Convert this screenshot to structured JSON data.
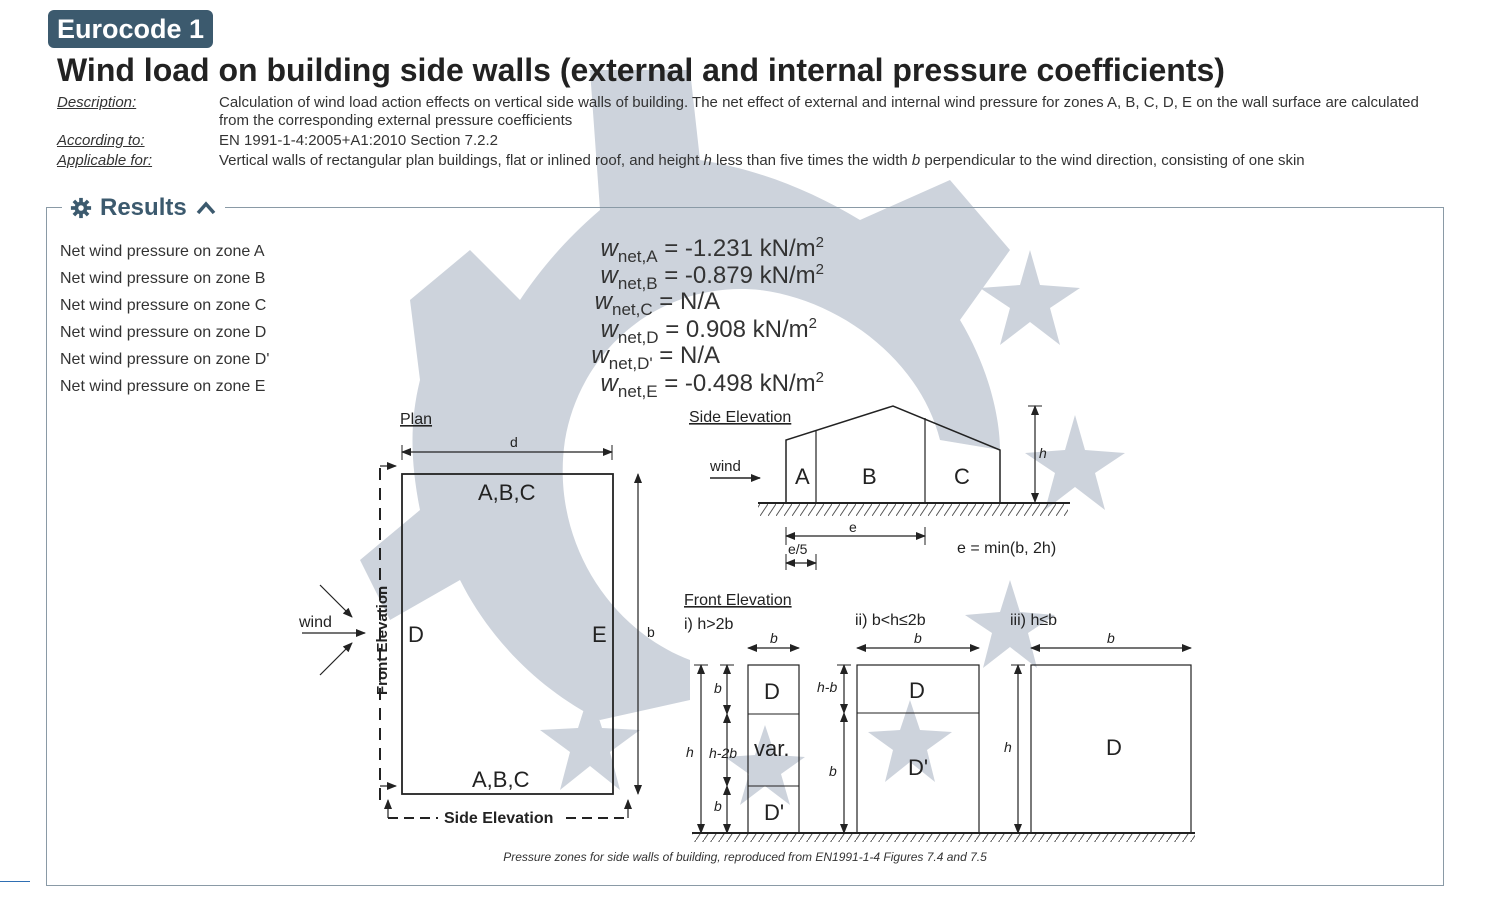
{
  "header": {
    "badge": "Eurocode 1",
    "title": "Wind load on building side walls (external and internal pressure coefficients)"
  },
  "meta": {
    "description_label": "Description:",
    "description_value": "Calculation of wind load action effects on vertical side walls of building. The net effect of external and internal wind pressure for zones A, B, C, D, E on the wall surface are calculated from the corresponding external pressure coefficients",
    "according_label": "According to:",
    "according_value": "EN 1991-1-4:2005+A1:2010 Section 7.2.2",
    "applicable_label": "Applicable for:",
    "applicable_value_1": "Vertical walls of rectangular plan buildings, flat or inlined roof, and height ",
    "applicable_h": "h",
    "applicable_value_2": " less than five times the width ",
    "applicable_b": "b",
    "applicable_value_3": " perpendicular to the wind direction, consisting of one skin"
  },
  "results": {
    "heading": "Results",
    "rows": [
      {
        "label": "Net wind pressure on zone A",
        "symbol": "w",
        "sub": "net,A",
        "value": "-1.231",
        "unit": "kN/m",
        "exp": "2"
      },
      {
        "label": "Net wind pressure on zone B",
        "symbol": "w",
        "sub": "net,B",
        "value": "-0.879",
        "unit": "kN/m",
        "exp": "2"
      },
      {
        "label": "Net wind pressure on zone C",
        "symbol": "w",
        "sub": "net,C",
        "value": "N/A",
        "unit": "",
        "exp": ""
      },
      {
        "label": "Net wind pressure on zone D",
        "symbol": "w",
        "sub": "net,D",
        "value": "0.908",
        "unit": "kN/m",
        "exp": "2"
      },
      {
        "label": "Net wind pressure on zone D'",
        "symbol": "w",
        "sub": "net,D'",
        "value": "N/A",
        "unit": "",
        "exp": ""
      },
      {
        "label": "Net wind pressure on zone E",
        "symbol": "w",
        "sub": "net,E",
        "value": "-0.498",
        "unit": "kN/m",
        "exp": "2"
      }
    ]
  },
  "diagram": {
    "plan_title": "Plan",
    "plan_d": "d",
    "plan_b": "b",
    "plan_top_zone": "A,B,C",
    "plan_bottom_zone": "A,B,C",
    "plan_left_zone": "D",
    "plan_right_zone": "E",
    "plan_wind": "wind",
    "plan_front_elevation": "Front Elevation",
    "plan_side_elevation": "Side Elevation",
    "side_title": "Side Elevation",
    "side_wind": "wind",
    "side_zone_a": "A",
    "side_zone_b": "B",
    "side_zone_c": "C",
    "side_h": "h",
    "side_e": "e",
    "side_e5": "e/5",
    "side_formula": "e = min(b, 2h)",
    "front_title": "Front Elevation",
    "case1": "i) h>2b",
    "case2": "ii) b<h≤2b",
    "case3": "iii) h≤b",
    "c1_b_top": "b",
    "c1_b_upper": "b",
    "c1_b_lower": "b",
    "c1_h": "h",
    "c1_h2b": "h-2b",
    "c1_zone_top": "D",
    "c1_zone_mid": "var.",
    "c1_zone_bot": "D'",
    "c2_b_top": "b",
    "c2_hb": "h-b",
    "c2_b": "b",
    "c2_zone_top": "D",
    "c2_zone_bot": "D'",
    "c3_b_top": "b",
    "c3_h": "h",
    "c3_zone": "D",
    "caption": "Pressure zones for side walls of building, reproduced from EN1991-1-4 Figures 7.4 and 7.5"
  },
  "colors": {
    "badge_bg": "#3c5a6e",
    "heading": "#3c5a6e",
    "panel_border": "#8a9aa6",
    "watermark": "#cdd3dc"
  },
  "icons": {
    "results": "gear-icon",
    "collapse": "chevron-up-icon"
  }
}
